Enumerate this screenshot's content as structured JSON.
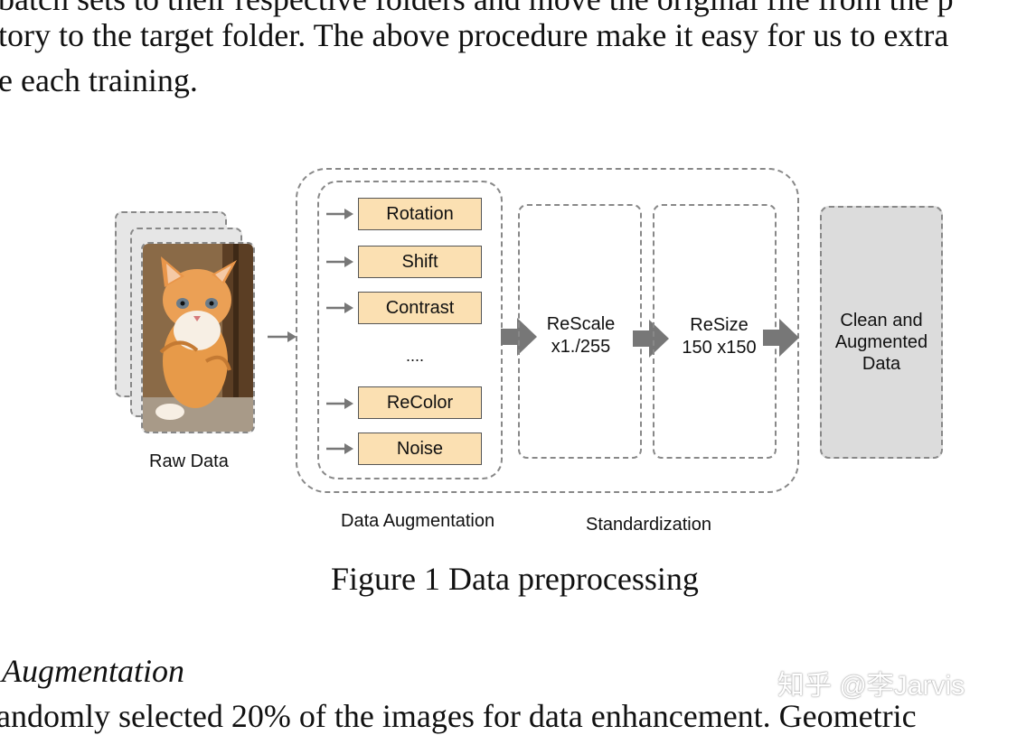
{
  "paper": {
    "line1": "batch sets to their respective folders and move the original file from the p",
    "line2": "tory to the target folder. The above procedure make it easy for us to extra",
    "line3": "e each training.",
    "section_heading": "Augmentation",
    "bottom_line": "andomly selected 20% of the images for data enhancement. Geometric",
    "watermark": "知乎 @李Jarvis"
  },
  "figure": {
    "caption": "Figure 1 Data preprocessing",
    "raw_data_label": "Raw Data",
    "augmentations": [
      "Rotation",
      "Shift",
      "Contrast",
      "....",
      "ReColor",
      "Noise"
    ],
    "data_augmentation_label": "Data Augmentation",
    "standardization_label": "Standardization",
    "rescale_line1": "ReScale",
    "rescale_line2": "x1./255",
    "resize_line1": "ReSize",
    "resize_line2": "150 x150",
    "output_line1": "Clean and",
    "output_line2": "Augmented",
    "output_line3": "Data"
  },
  "colors": {
    "aug_box_fill": "#fbe0b2",
    "output_fill": "#dcdcdc",
    "arrow": "#777777",
    "dash": "#888888"
  }
}
